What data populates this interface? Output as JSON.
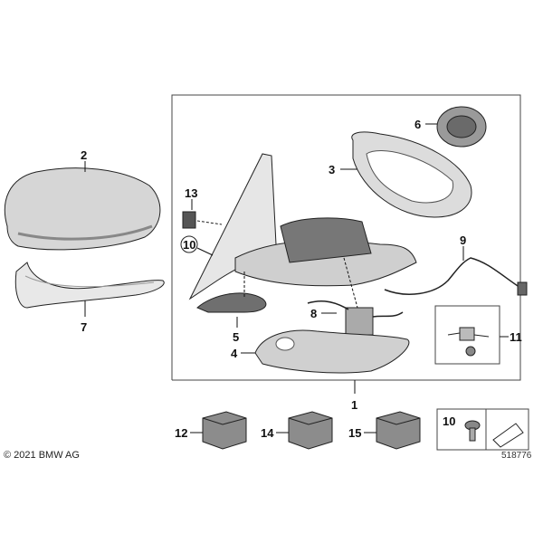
{
  "copyright": "© 2021 BMW AG",
  "diagram_id": "518776",
  "parts": {
    "p1": "1",
    "p2": "2",
    "p3": "3",
    "p4": "4",
    "p5": "5",
    "p6": "6",
    "p7": "7",
    "p8": "8",
    "p9": "9",
    "p10": "10",
    "p11": "11",
    "p12": "12",
    "p13": "13",
    "p14": "14",
    "p15": "15",
    "p10_box": "10"
  },
  "colors": {
    "part_gray": "#d2d2d2",
    "part_dark": "#6e6e6e",
    "outline": "#222222",
    "box_line": "#444444"
  }
}
